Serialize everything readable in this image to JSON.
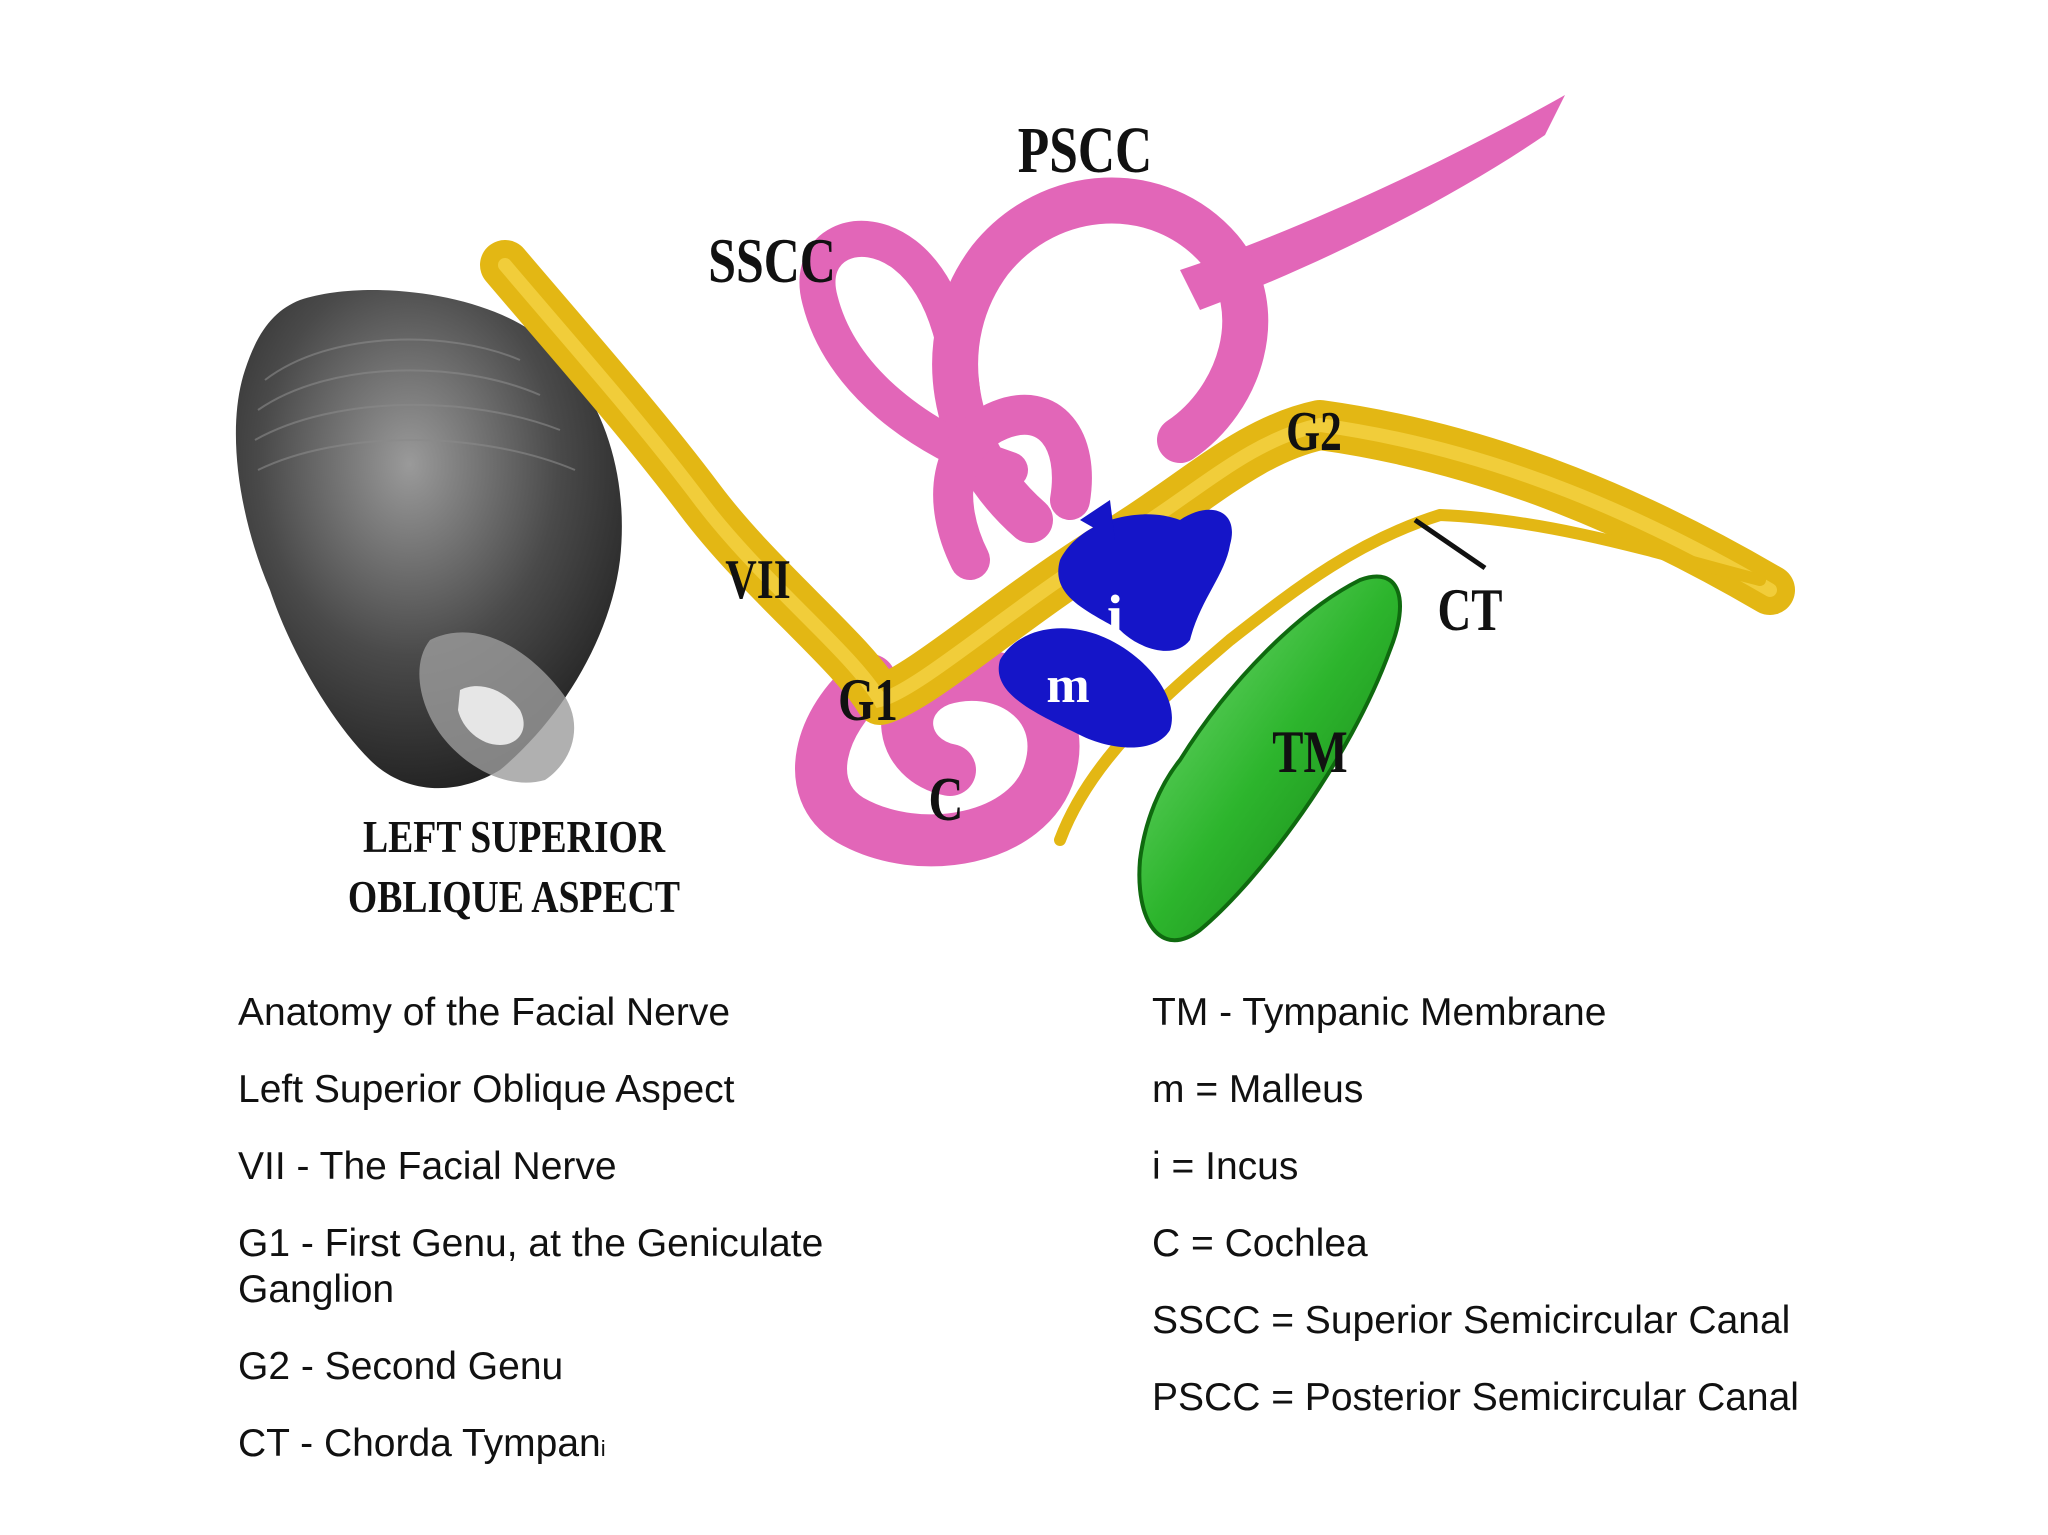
{
  "figure": {
    "labels": {
      "pscc": "PSCC",
      "sscc": "SSCC",
      "g2": "G2",
      "vii": "VII",
      "ct": "CT",
      "i": "i",
      "m": "m",
      "g1": "G1",
      "tm": "TM",
      "c": "C",
      "aspect_line1": "LEFT SUPERIOR",
      "aspect_line2": "OBLIQUE ASPECT"
    },
    "colors": {
      "facial_nerve": "#E3B714",
      "semicircular_canals": "#E266B8",
      "ossicles": "#1515C8",
      "tympanic_membrane": "#2DB52D",
      "skull": "#555555"
    }
  },
  "legend": {
    "left": [
      "Anatomy of the Facial Nerve",
      "Left Superior Oblique Aspect",
      "VII - The Facial Nerve",
      "G1 - First Genu, at the Geniculate Ganglion",
      "G2 - Second Genu",
      "CT - Chorda Tympan"
    ],
    "left_last_suffix": "i",
    "right": [
      "TM - Tympanic Membrane",
      "m = Malleus",
      "i = Incus",
      "C = Cochlea",
      "SSCC = Superior Semicircular Canal",
      "PSCC = Posterior Semicircular Canal"
    ]
  }
}
